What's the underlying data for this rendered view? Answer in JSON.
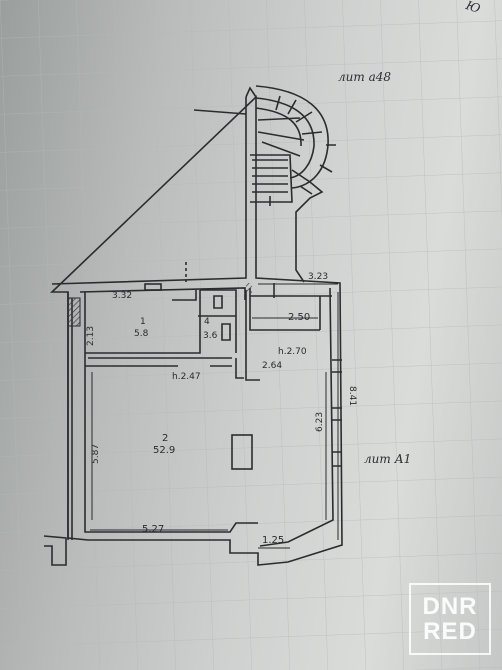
{
  "photo": {
    "subject": "floor-plan",
    "colors": {
      "paper": "#d2d4d3",
      "ink": "#2a2c2e",
      "grid": "#b0b6b6",
      "hatch": "#444"
    }
  },
  "labels": {
    "room1_area_top": "3.32",
    "room1_height_left": "2.13",
    "room1_id": "1",
    "room1_area": "5.8",
    "wc_id": "4",
    "wc_area": "3.6",
    "corridor_width": "2.50",
    "corridor_height": "h.2.70",
    "corridor_len": "2.64",
    "main_height": "h.2.47",
    "main_left_len": "5.87",
    "main_id": "2",
    "main_area": "52.9",
    "right_side_len": "6.23",
    "right_total_len": "8.41",
    "bottom_len": "5.27",
    "bottom_right_len": "1.25",
    "stair_width": "3.23"
  },
  "notes": {
    "top_note": "лит а48",
    "right_note": "лит А1",
    "corner_note": "Ю"
  },
  "watermark": {
    "line1": "DNR",
    "line2": "RED"
  }
}
